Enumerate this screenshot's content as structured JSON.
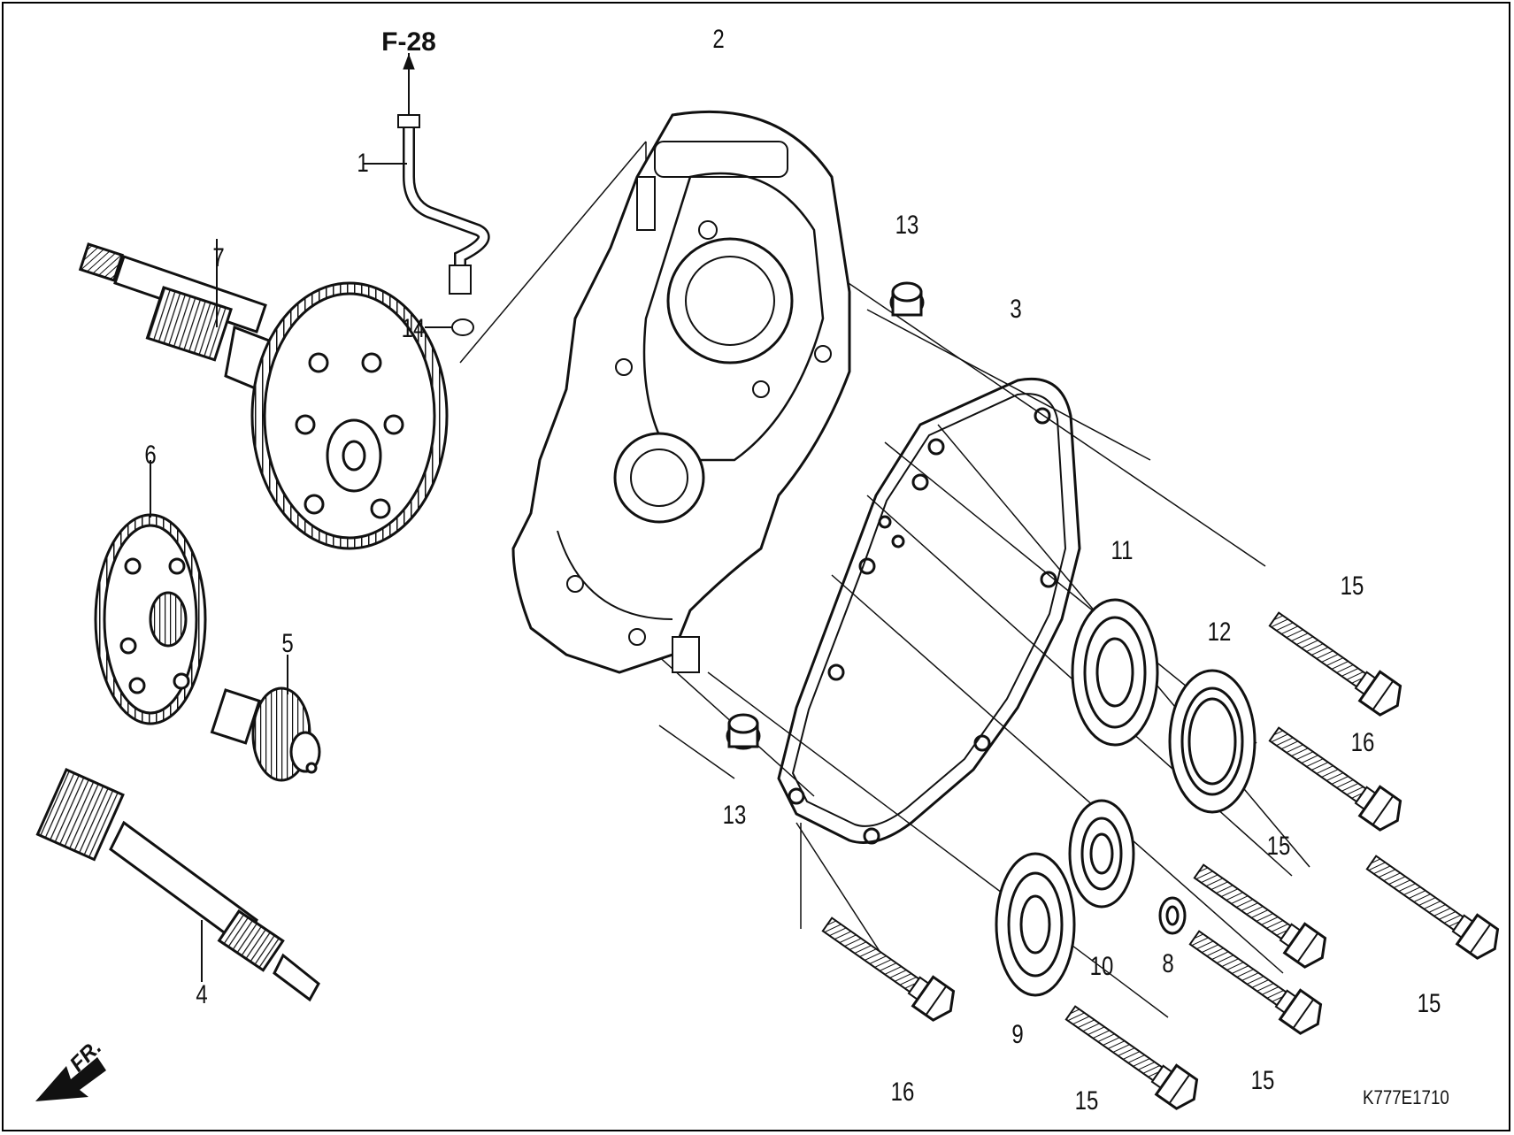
{
  "diagram": {
    "reference": "F-28",
    "front_mark": "FR.",
    "code": "K777E1710",
    "callouts": [
      {
        "id": "c1",
        "text": "1"
      },
      {
        "id": "c2",
        "text": "2"
      },
      {
        "id": "c3",
        "text": "3"
      },
      {
        "id": "c4",
        "text": "4"
      },
      {
        "id": "c5",
        "text": "5"
      },
      {
        "id": "c6",
        "text": "6"
      },
      {
        "id": "c7",
        "text": "7"
      },
      {
        "id": "c8",
        "text": "8"
      },
      {
        "id": "c9",
        "text": "9"
      },
      {
        "id": "c10",
        "text": "10"
      },
      {
        "id": "c11",
        "text": "11"
      },
      {
        "id": "c12",
        "text": "12"
      },
      {
        "id": "c13a",
        "text": "13"
      },
      {
        "id": "c13b",
        "text": "13"
      },
      {
        "id": "c14",
        "text": "14"
      },
      {
        "id": "c15a",
        "text": "15"
      },
      {
        "id": "c15b",
        "text": "15"
      },
      {
        "id": "c15c",
        "text": "15"
      },
      {
        "id": "c15d",
        "text": "15"
      },
      {
        "id": "c15e",
        "text": "15"
      },
      {
        "id": "c16a",
        "text": "16"
      },
      {
        "id": "c16b",
        "text": "16"
      }
    ]
  }
}
